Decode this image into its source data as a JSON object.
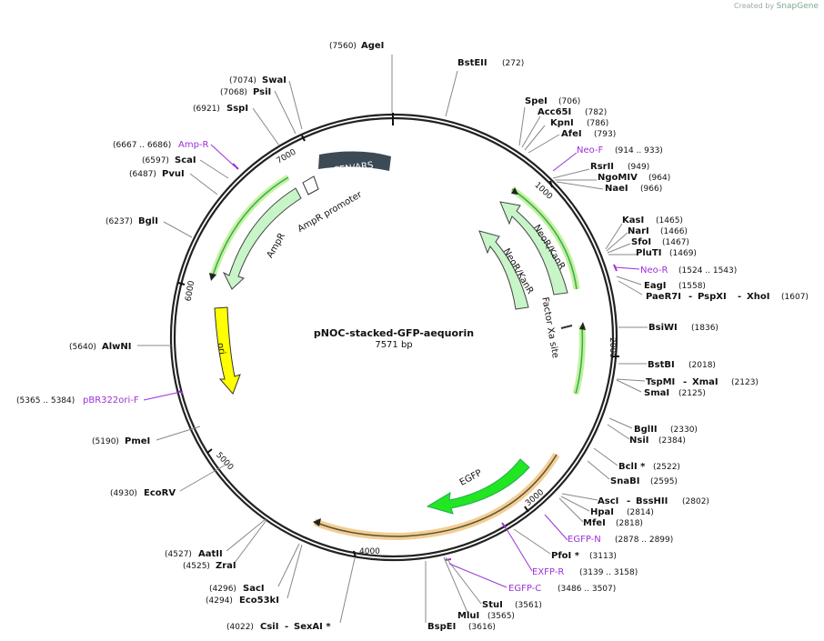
{
  "credit": {
    "prefix": "Created by",
    "brand": "SnapGene"
  },
  "plasmid": {
    "name": "pNOC-stacked-GFP-aequorin",
    "size_label": "7571 bp",
    "length": 7571
  },
  "ticks": [
    "1000",
    "2000",
    "3000",
    "4000",
    "5000",
    "6000",
    "7000"
  ],
  "sites": [
    {
      "name": "AgeI",
      "pos": "(7560)"
    },
    {
      "name": "BstEII",
      "pos": "(272)"
    },
    {
      "name": "SpeI",
      "pos": "(706)"
    },
    {
      "name": "Acc65I",
      "pos": "(782)"
    },
    {
      "name": "KpnI",
      "pos": "(786)"
    },
    {
      "name": "AfeI",
      "pos": "(793)"
    },
    {
      "name": "RsrII",
      "pos": "(949)"
    },
    {
      "name": "NgoMIV",
      "pos": "(964)"
    },
    {
      "name": "NaeI",
      "pos": "(966)"
    },
    {
      "name": "KasI",
      "pos": "(1465)"
    },
    {
      "name": "NarI",
      "pos": "(1466)"
    },
    {
      "name": "SfoI",
      "pos": "(1467)"
    },
    {
      "name": "PluTI",
      "pos": "(1469)"
    },
    {
      "name": "EagI",
      "pos": "(1558)"
    },
    {
      "name": "PaeR7I",
      "extra1": "PspXI",
      "extra2": "XhoI",
      "pos": "(1607)"
    },
    {
      "name": "BsiWI",
      "pos": "(1836)"
    },
    {
      "name": "BstBI",
      "pos": "(2018)"
    },
    {
      "name": "TspMI",
      "extra1": "XmaI",
      "pos": "(2123)"
    },
    {
      "name": "SmaI",
      "pos": "(2125)"
    },
    {
      "name": "BglII",
      "pos": "(2330)"
    },
    {
      "name": "NsiI",
      "pos": "(2384)"
    },
    {
      "name": "BclI *",
      "pos": "(2522)"
    },
    {
      "name": "SnaBI",
      "pos": "(2595)"
    },
    {
      "name": "AscI",
      "extra1": "BssHII",
      "pos": "(2802)"
    },
    {
      "name": "HpaI",
      "pos": "(2814)"
    },
    {
      "name": "MfeI",
      "pos": "(2818)"
    },
    {
      "name": "PfoI *",
      "pos": "(3113)"
    },
    {
      "name": "StuI",
      "pos": "(3561)"
    },
    {
      "name": "MluI",
      "pos": "(3565)"
    },
    {
      "name": "BspEI",
      "pos": "(3616)"
    },
    {
      "name": "CsiI",
      "extra1": "SexAI *",
      "pos": "(4022)"
    },
    {
      "name": "SacI",
      "pos": "(4296)"
    },
    {
      "name": "Eco53kI",
      "pos": "(4294)"
    },
    {
      "name": "AatII",
      "pos": "(4527)"
    },
    {
      "name": "ZraI",
      "pos": "(4525)"
    },
    {
      "name": "EcoRV",
      "pos": "(4930)"
    },
    {
      "name": "PmeI",
      "pos": "(5190)"
    },
    {
      "name": "AlwNI",
      "pos": "(5640)"
    },
    {
      "name": "BglI",
      "pos": "(6237)"
    },
    {
      "name": "PvuI",
      "pos": "(6487)"
    },
    {
      "name": "ScaI",
      "pos": "(6597)"
    },
    {
      "name": "SspI",
      "pos": "(6921)"
    },
    {
      "name": "PsiI",
      "pos": "(7068)"
    },
    {
      "name": "SwaI",
      "pos": "(7074)"
    }
  ],
  "primers": [
    {
      "name": "Neo-F",
      "range": "(914 .. 933)"
    },
    {
      "name": "Neo-R",
      "range": "(1524 .. 1543)"
    },
    {
      "name": "EGFP-N",
      "range": "(2878 .. 2899)"
    },
    {
      "name": "EXFP-R",
      "range": "(3139 .. 3158)"
    },
    {
      "name": "EGFP-C",
      "range": "(3486 .. 3507)"
    },
    {
      "name": "pBR322ori-F",
      "range": "(5365 .. 5384)"
    },
    {
      "name": "Amp-R",
      "range": "(6667 .. 6686)"
    }
  ],
  "features": {
    "cen_ars": "CEN/ARS",
    "ampr_promoter": "AmpR promoter",
    "ampr": "AmpR",
    "ori": "ori",
    "neor_kanr_outer": "NeoR/KanR",
    "neor_kanr_inner": "NeoR/KanR",
    "factor_xa": "Factor Xa site",
    "egfp": "EGFP"
  },
  "colors": {
    "primer": "#9b30d9",
    "backbone": "#222222",
    "cen": "#3c4a56",
    "green_light": "#c8f5c8",
    "green_bright": "#22e622",
    "yellow": "#ffff00",
    "orange_glow": "#f3c88a",
    "green_glow": "#b9ef8a"
  }
}
